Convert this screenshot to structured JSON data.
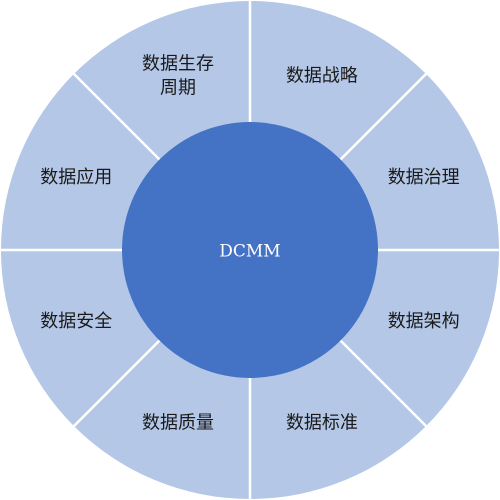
{
  "colors": {
    "ring_fill": "#b4c7e7",
    "divider": "#ffffff",
    "center_fill": "#4472c4",
    "center_text": "#ffffff",
    "segment_text": "#1a1a1a"
  },
  "center": {
    "label": "DCMM"
  },
  "segments": [
    {
      "id": "strategy",
      "lines": [
        "数据战略"
      ]
    },
    {
      "id": "governance",
      "lines": [
        "数据治理"
      ]
    },
    {
      "id": "architecture",
      "lines": [
        "数据架构"
      ]
    },
    {
      "id": "standards",
      "lines": [
        "数据标准"
      ]
    },
    {
      "id": "quality",
      "lines": [
        "数据质量"
      ]
    },
    {
      "id": "security",
      "lines": [
        "数据安全"
      ]
    },
    {
      "id": "application",
      "lines": [
        "数据应用"
      ]
    },
    {
      "id": "lifecycle",
      "lines": [
        "数据生存",
        "周期"
      ]
    }
  ]
}
